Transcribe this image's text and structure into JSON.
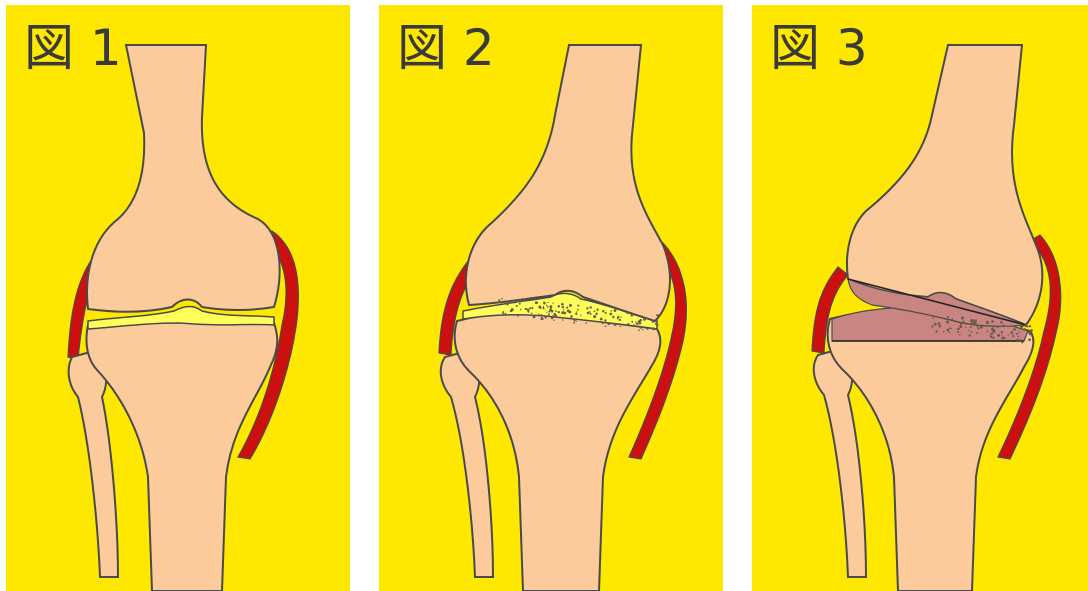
{
  "colors": {
    "background": "#ffe800",
    "bone": "#fccb9c",
    "outline": "#4a4a4a",
    "synovium": "#cc1010",
    "cartilage": "#ffff5a",
    "wear": "#c98582"
  },
  "panels": [
    {
      "label": "図 1"
    },
    {
      "label": "図 2"
    },
    {
      "label": "図 3"
    }
  ]
}
